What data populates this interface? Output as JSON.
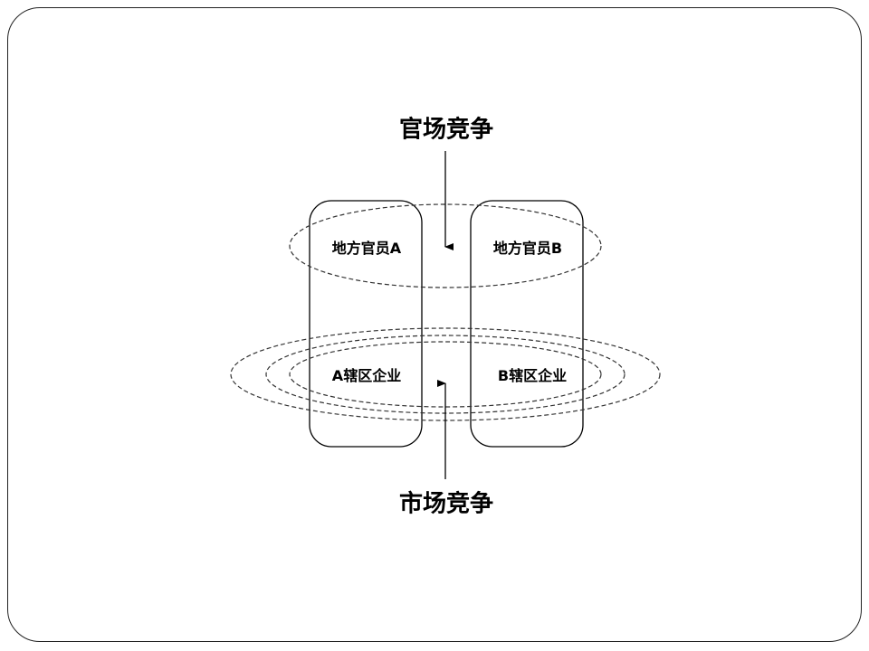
{
  "diagram": {
    "top_title": "官场竞争",
    "bottom_title": "市场竞争",
    "officials": [
      {
        "label": "地方官员A"
      },
      {
        "label": "地方官员B"
      }
    ],
    "enterprises": [
      {
        "label": "A辖区企业"
      },
      {
        "label": "B辖区企业"
      }
    ],
    "arrows": [
      {
        "from": "官场竞争",
        "direction": "down",
        "target": "officials-ellipse"
      },
      {
        "from": "市场竞争",
        "direction": "up",
        "target": "enterprises-ellipses"
      }
    ],
    "colors": {
      "line": "#000000",
      "dashed": "#333333",
      "background": "#ffffff"
    }
  }
}
